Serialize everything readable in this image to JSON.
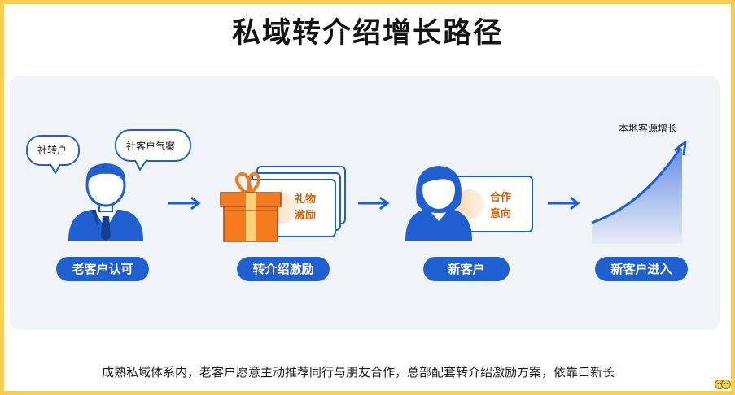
{
  "title": "私域转介绍增长路径",
  "bubbles": [
    "社转户",
    "社客户气案"
  ],
  "gift_card": [
    "礼物",
    "激励"
  ],
  "intent_card": [
    "合作",
    "意向"
  ],
  "growth_label": "本地客源增长",
  "steps": [
    "老客户认可",
    "转介绍激励",
    "新客户",
    "新客户进入"
  ],
  "caption": "成熟私域体系内，老客户愿意主动推荐同行与朋友合作，总部配套转介绍激励方案，依靠口新长",
  "colors": {
    "primary": "#1f5fd0",
    "frame": "#f7cf4a",
    "gift": "#f47b20",
    "card_text": "#c9630f"
  }
}
